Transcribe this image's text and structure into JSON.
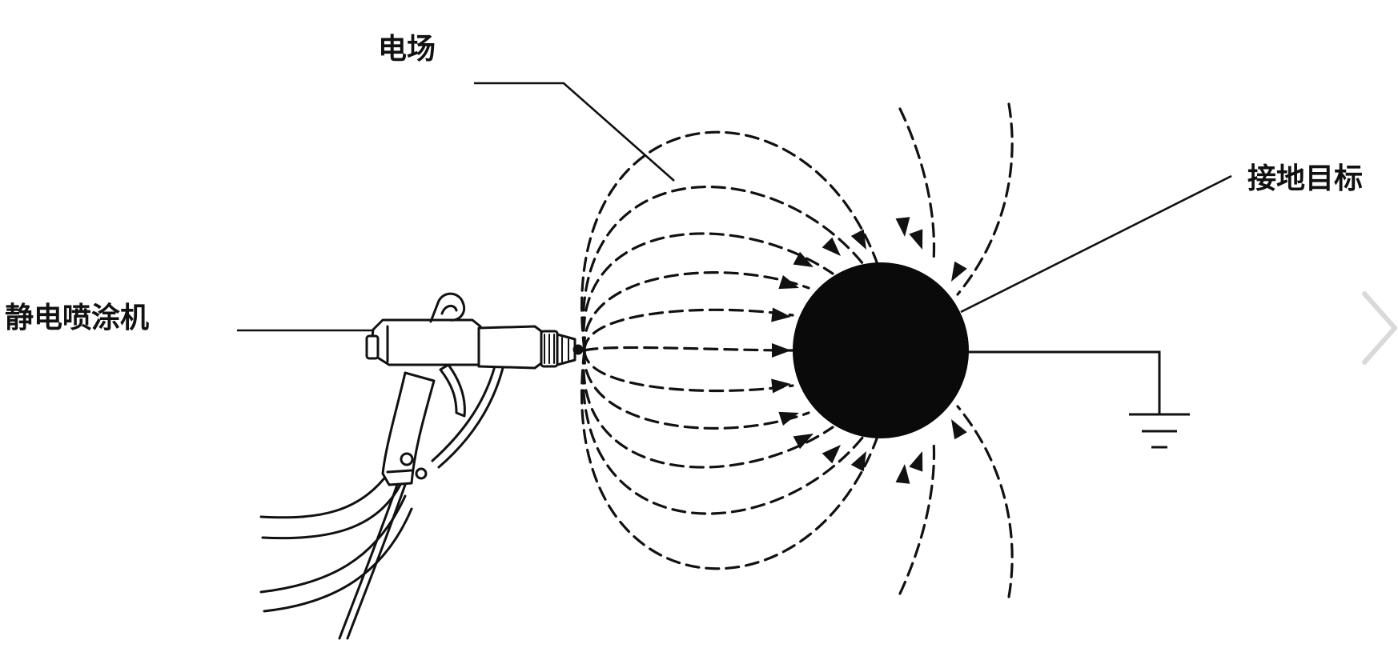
{
  "labels": {
    "electric_field": "电场",
    "grounded_target": "接地目标",
    "spray_gun": "静电喷涂机"
  },
  "colors": {
    "ink": "#111111",
    "background": "#ffffff",
    "nav_arrow": "#d9d9d9"
  },
  "icons": {
    "next": "chevron-right-icon"
  }
}
